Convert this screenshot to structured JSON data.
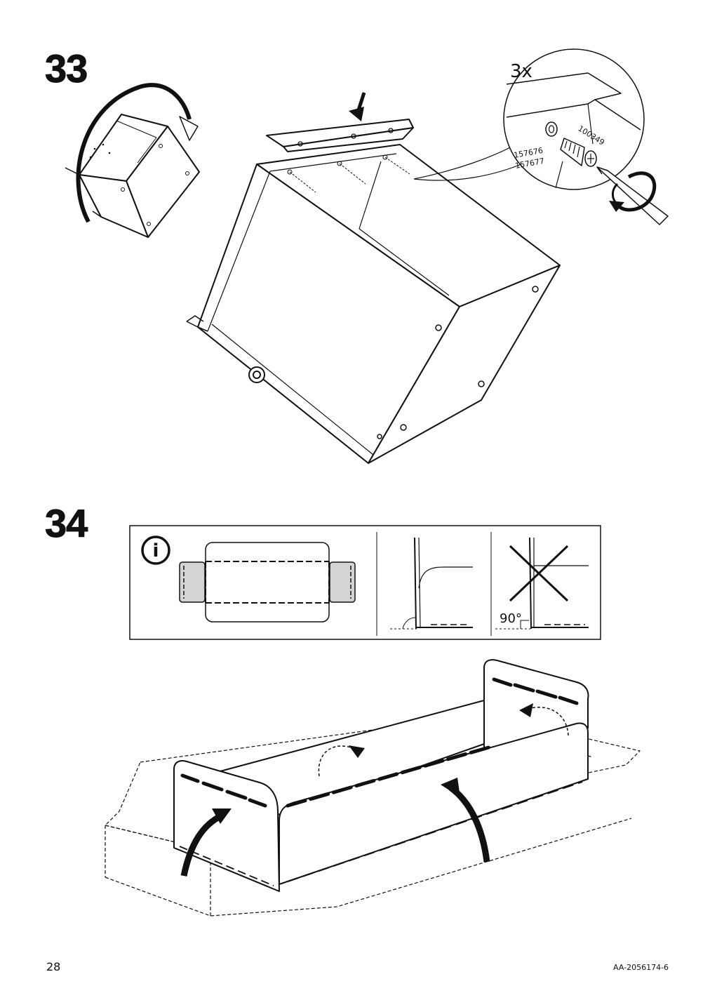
{
  "steps": [
    {
      "number": "33"
    },
    {
      "number": "34"
    }
  ],
  "step33": {
    "quantity": "3x",
    "part_screw": "100349",
    "part_plug_a": "157676",
    "part_plug_b": "157677",
    "icons": [
      "rotate-cabinet-arrow-icon",
      "push-down-arrow-icon",
      "screwdriver-icon",
      "clockwise-turn-icon"
    ]
  },
  "step34": {
    "info_symbol": "i",
    "angle_label": "90°",
    "icons": [
      "info-icon",
      "wrong-cross-icon",
      "fold-up-arrow-icon"
    ]
  },
  "footer": {
    "page_number": "28",
    "doc_code": "AA-2056174-6"
  },
  "colors": {
    "line": "#111111",
    "tab_fill": "#d4d4d4",
    "background": "#ffffff"
  }
}
